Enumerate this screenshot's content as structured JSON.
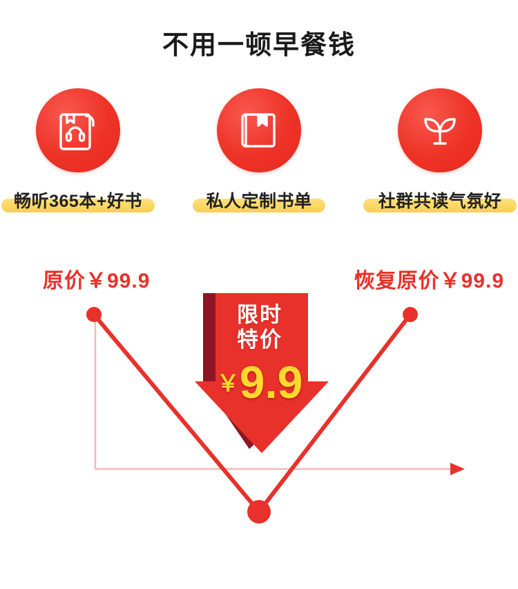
{
  "headline": "不用一顿早餐钱",
  "features": [
    {
      "label": "畅听365本+好书",
      "icon": "book-headphones-icon",
      "ribbon_width": 222
    },
    {
      "label": "私人定制书单",
      "icon": "bookmark-book-icon",
      "ribbon_width": 192
    },
    {
      "label": "社群共读气氛好",
      "icon": "sprout-icon",
      "ribbon_width": 222
    }
  ],
  "chart": {
    "original_price_left": "原价￥99.9",
    "original_price_right": "恢复原价￥99.9",
    "axis_color": "#f0b9b7",
    "line_color": "#e8312a",
    "point_color": "#e8312a"
  },
  "banner": {
    "line1": "限时",
    "line2": "特价",
    "currency": "￥",
    "price": "9.9",
    "body_color": "#e8312a",
    "shadow_color": "#8e1524",
    "price_color": "#ffd92e"
  },
  "colors": {
    "brand_red": "#e8312a",
    "ribbon_yellow": "#f8cf55",
    "text_dark": "#1b1b1b"
  }
}
